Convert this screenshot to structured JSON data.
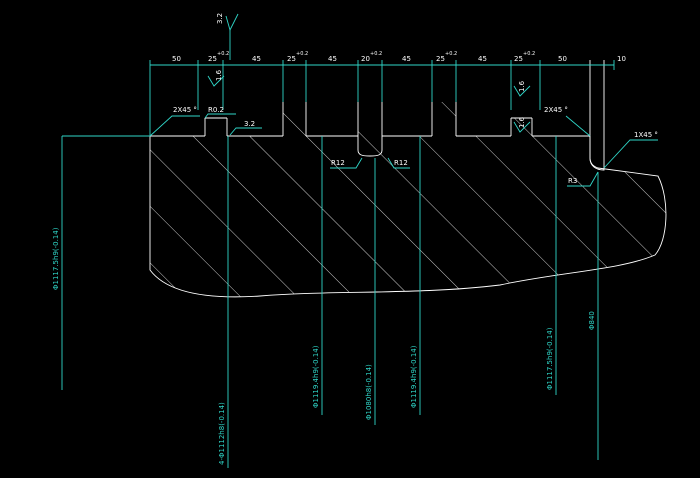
{
  "colors": {
    "background": "#000000",
    "outline": "#ffffff",
    "dimension": "#2fd6c8"
  },
  "top_dimensions": [
    {
      "label": "50"
    },
    {
      "label": "25",
      "tol_upper": "+0.2",
      "tol_lower": "0"
    },
    {
      "label": "45"
    },
    {
      "label": "25",
      "tol_upper": "+0.2",
      "tol_lower": "0"
    },
    {
      "label": "45"
    },
    {
      "label": "20",
      "tol_upper": "+0.2",
      "tol_lower": "0"
    },
    {
      "label": "45"
    },
    {
      "label": "25",
      "tol_upper": "+0.2",
      "tol_lower": "0"
    },
    {
      "label": "45"
    },
    {
      "label": "25",
      "tol_upper": "+0.2",
      "tol_lower": "0"
    },
    {
      "label": "50"
    },
    {
      "label": "10"
    }
  ],
  "roughness": {
    "top": "3.2",
    "side_left": "1.6",
    "surface": "3.2",
    "side_right": "1.6"
  },
  "leaders": {
    "chamfer_left": "2X45 °",
    "radius_top": "R0.2",
    "chamfer_right": "2X45 °",
    "chamfer_far_right": "1X45 °",
    "radius_r3": "R3",
    "radius_left": "R12",
    "radius_right": "R12"
  },
  "vertical_dims": {
    "d1": "Φ1117.5h9(-0.14)",
    "d2": "4-Φ1112h8(-0.14)",
    "d3": "Φ1119.4h9(-0.14)",
    "d4": "Φ1080h8(-0.14)",
    "d5": "Φ1119.4h9(-0.14)",
    "d6": "Φ1117.5h9(-0.14)",
    "d7": "Φ840"
  }
}
